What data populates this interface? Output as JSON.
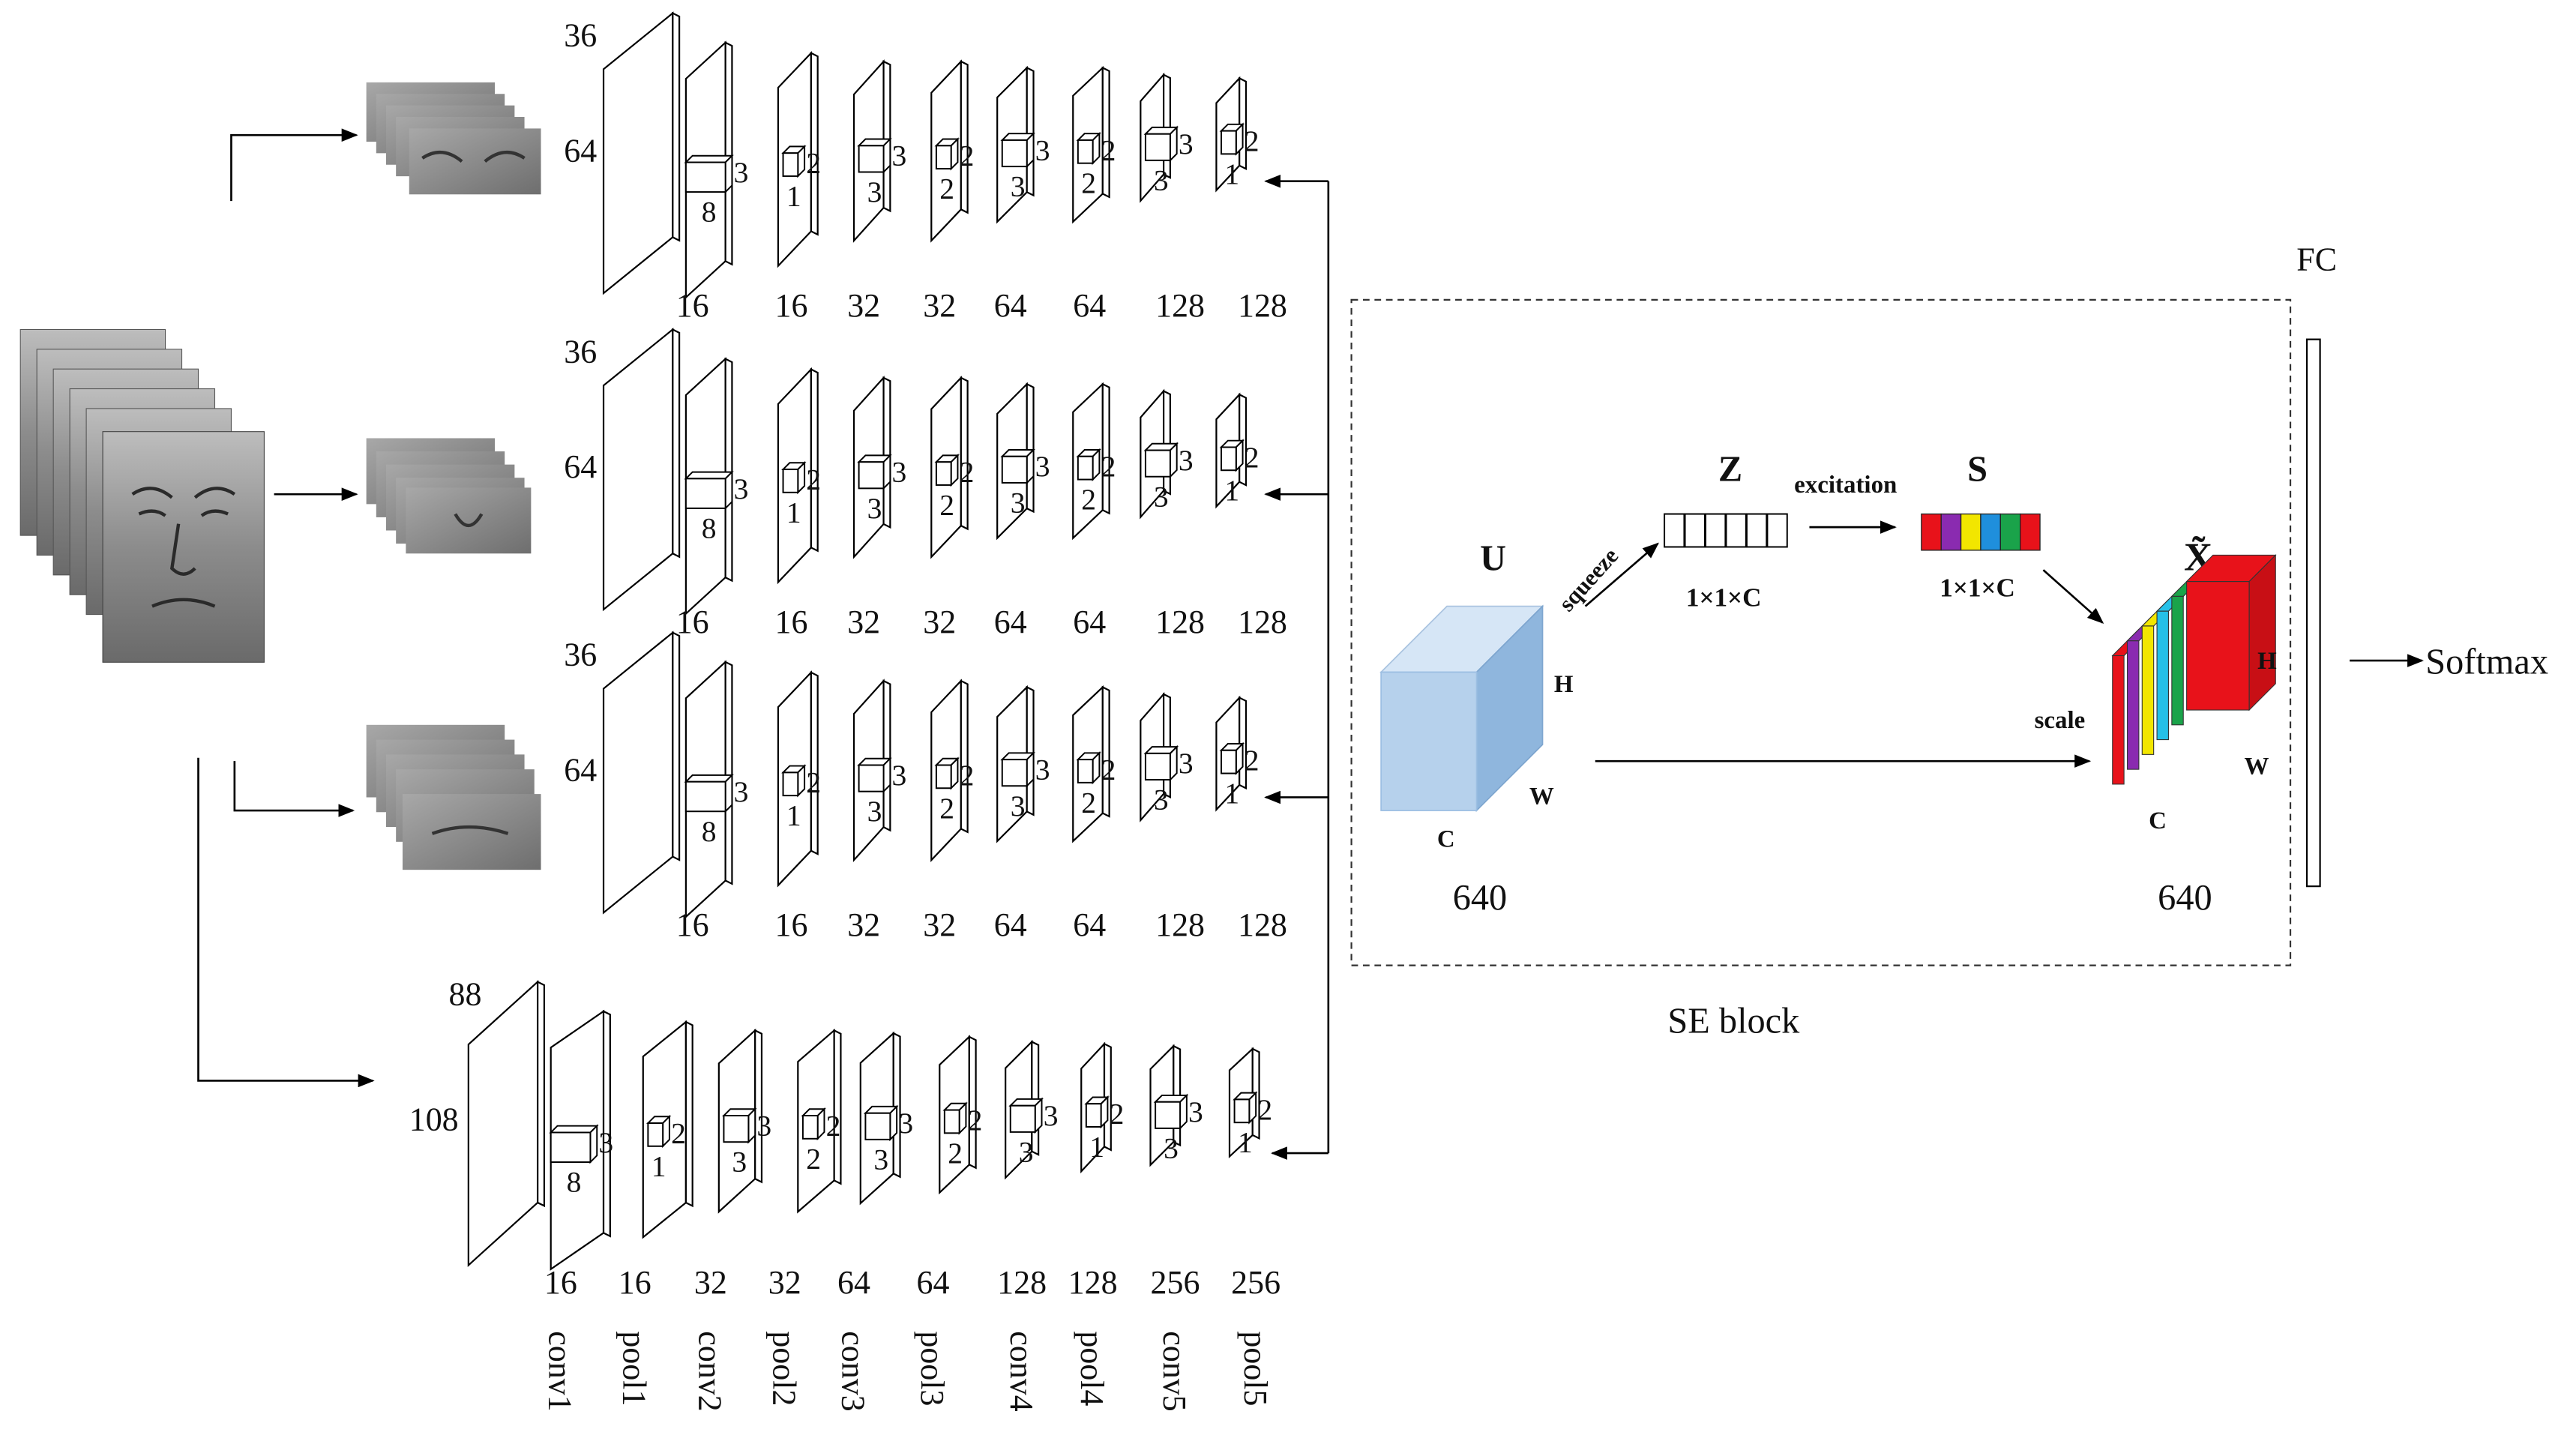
{
  "diagram": {
    "branches": [
      {
        "input_height": "36",
        "input_width": "64",
        "kernels": [
          {
            "side": "3",
            "bottom": "8"
          },
          {
            "side": "2",
            "bottom": "1"
          },
          {
            "side": "3",
            "bottom": "3"
          },
          {
            "side": "2",
            "bottom": "2"
          },
          {
            "side": "3",
            "bottom": "3"
          },
          {
            "side": "2",
            "bottom": "2"
          },
          {
            "side": "3",
            "bottom": "3"
          },
          {
            "side": "2",
            "bottom": "1"
          }
        ],
        "channels": [
          "16",
          "16",
          "32",
          "32",
          "64",
          "64",
          "128",
          "128"
        ]
      },
      {
        "input_height": "36",
        "input_width": "64",
        "kernels": [
          {
            "side": "3",
            "bottom": "8"
          },
          {
            "side": "2",
            "bottom": "1"
          },
          {
            "side": "3",
            "bottom": "3"
          },
          {
            "side": "2",
            "bottom": "2"
          },
          {
            "side": "3",
            "bottom": "3"
          },
          {
            "side": "2",
            "bottom": "2"
          },
          {
            "side": "3",
            "bottom": "3"
          },
          {
            "side": "2",
            "bottom": "1"
          }
        ],
        "channels": [
          "16",
          "16",
          "32",
          "32",
          "64",
          "64",
          "128",
          "128"
        ]
      },
      {
        "input_height": "36",
        "input_width": "64",
        "kernels": [
          {
            "side": "3",
            "bottom": "8"
          },
          {
            "side": "2",
            "bottom": "1"
          },
          {
            "side": "3",
            "bottom": "3"
          },
          {
            "side": "2",
            "bottom": "2"
          },
          {
            "side": "3",
            "bottom": "3"
          },
          {
            "side": "2",
            "bottom": "2"
          },
          {
            "side": "3",
            "bottom": "3"
          },
          {
            "side": "2",
            "bottom": "1"
          }
        ],
        "channels": [
          "16",
          "16",
          "32",
          "32",
          "64",
          "64",
          "128",
          "128"
        ]
      },
      {
        "input_height": "88",
        "input_width": "108",
        "kernels": [
          {
            "side": "3",
            "bottom": "8"
          },
          {
            "side": "2",
            "bottom": "1"
          },
          {
            "side": "3",
            "bottom": "3"
          },
          {
            "side": "2",
            "bottom": "2"
          },
          {
            "side": "3",
            "bottom": "3"
          },
          {
            "side": "2",
            "bottom": "2"
          },
          {
            "side": "3",
            "bottom": "3"
          },
          {
            "side": "2",
            "bottom": "1"
          },
          {
            "side": "3",
            "bottom": "3"
          },
          {
            "side": "2",
            "bottom": "1"
          }
        ],
        "channels": [
          "16",
          "16",
          "32",
          "32",
          "64",
          "64",
          "128",
          "128",
          "256",
          "256"
        ]
      }
    ],
    "layer_names": [
      "conv1",
      "pool1",
      "conv2",
      "pool2",
      "conv3",
      "pool3",
      "conv4",
      "pool4",
      "conv5",
      "pool5"
    ],
    "se_block": {
      "label": "SE block",
      "u_label": "U",
      "u_dims": {
        "h": "H",
        "w": "W",
        "c": "C"
      },
      "u_channels": "640",
      "squeeze_label": "squeeze",
      "z_label": "Z",
      "z_dims": "1×1×C",
      "excitation_label": "excitation",
      "s_label": "S",
      "s_dims": "1×1×C",
      "scale_label": "scale",
      "x_label": "X̃",
      "x_dims": {
        "h": "H",
        "w": "W",
        "c": "C"
      },
      "x_channels": "640",
      "s_colors": [
        "#e8121a",
        "#8a2bb0",
        "#f2e600",
        "#1f8fdc",
        "#1aa34a",
        "#e8121a"
      ],
      "x_colors": [
        "#e8121a",
        "#8a2bb0",
        "#f2e600",
        "#25c0e8",
        "#1aa34a",
        "#e8121a"
      ]
    },
    "fc_label": "FC",
    "softmax_label": "Softmax"
  }
}
